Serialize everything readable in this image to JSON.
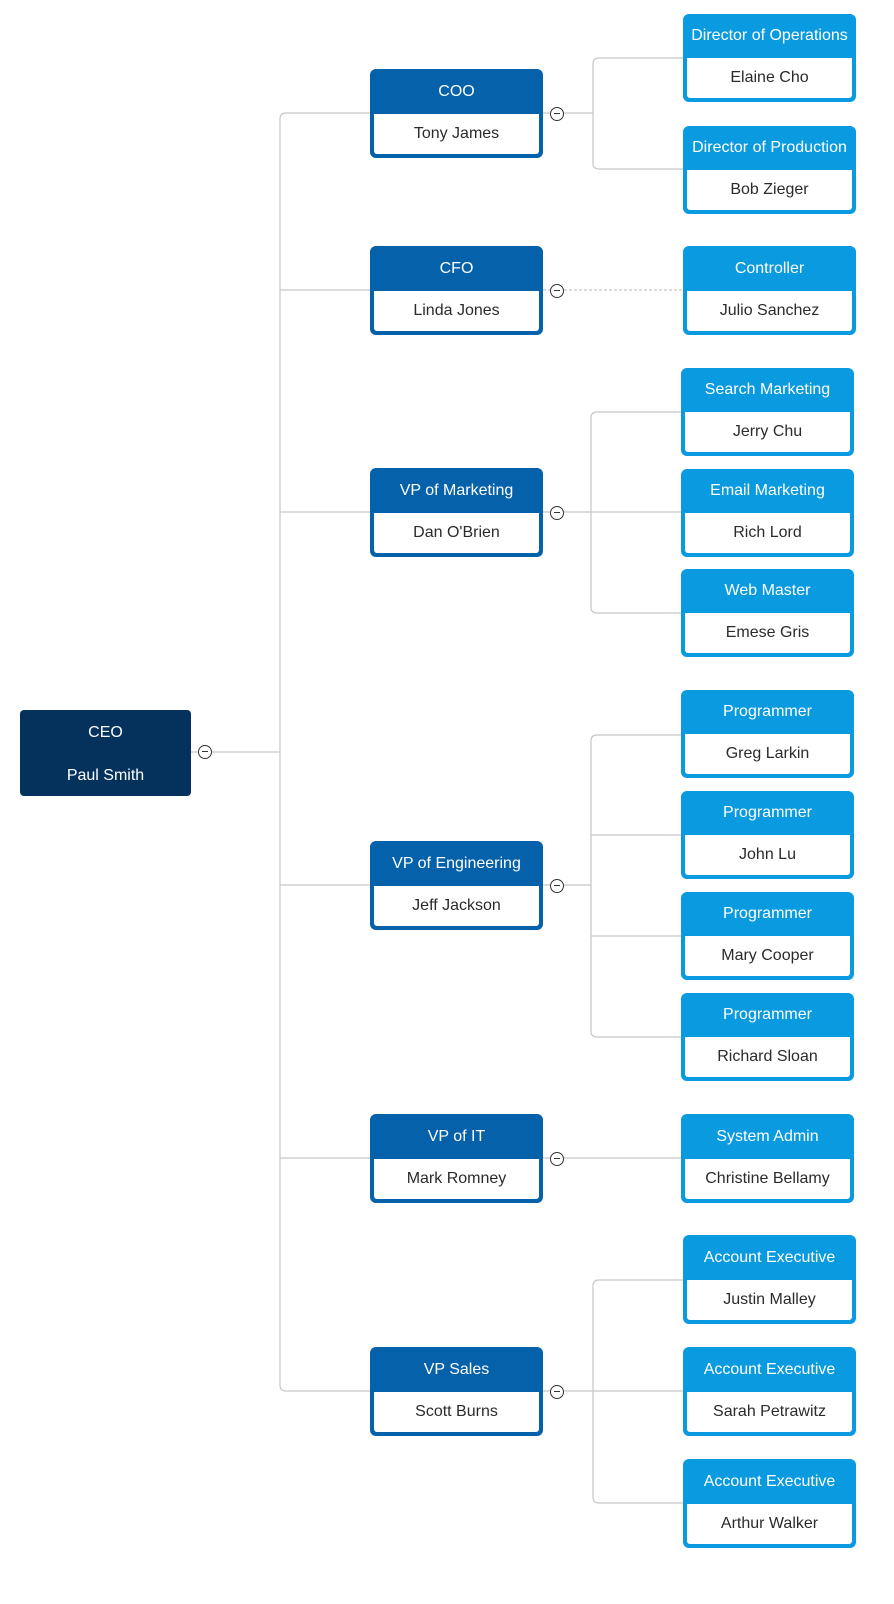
{
  "colors": {
    "root_fill": "#05315d",
    "level1_fill": "#0561a9",
    "level2_fill": "#0a9ae0",
    "connector": "#c6c6c6"
  },
  "chart": {
    "root": {
      "title": "CEO",
      "name": "Paul Smith"
    },
    "departments": [
      {
        "title": "COO",
        "name": "Tony James",
        "reports": [
          {
            "title": "Director of Operations",
            "name": "Elaine Cho"
          },
          {
            "title": "Director of Production",
            "name": "Bob Zieger"
          }
        ]
      },
      {
        "title": "CFO",
        "name": "Linda Jones",
        "reports": [
          {
            "title": "Controller",
            "name": "Julio Sanchez"
          }
        ]
      },
      {
        "title": "VP of Marketing",
        "name": "Dan O'Brien",
        "reports": [
          {
            "title": "Search Marketing",
            "name": "Jerry Chu"
          },
          {
            "title": "Email Marketing",
            "name": "Rich Lord"
          },
          {
            "title": "Web Master",
            "name": "Emese Gris"
          }
        ]
      },
      {
        "title": "VP of Engineering",
        "name": "Jeff Jackson",
        "reports": [
          {
            "title": "Programmer",
            "name": "Greg Larkin"
          },
          {
            "title": "Programmer",
            "name": "John Lu"
          },
          {
            "title": "Programmer",
            "name": "Mary Cooper"
          },
          {
            "title": "Programmer",
            "name": "Richard Sloan"
          }
        ]
      },
      {
        "title": "VP of IT",
        "name": "Mark Romney",
        "reports": [
          {
            "title": "System Admin",
            "name": "Christine Bellamy"
          }
        ]
      },
      {
        "title": "VP Sales",
        "name": "Scott Burns",
        "reports": [
          {
            "title": "Account Executive",
            "name": "Justin Malley"
          },
          {
            "title": "Account Executive",
            "name": "Sarah Petrawitz"
          },
          {
            "title": "Account Executive",
            "name": "Arthur Walker"
          }
        ]
      }
    ]
  }
}
